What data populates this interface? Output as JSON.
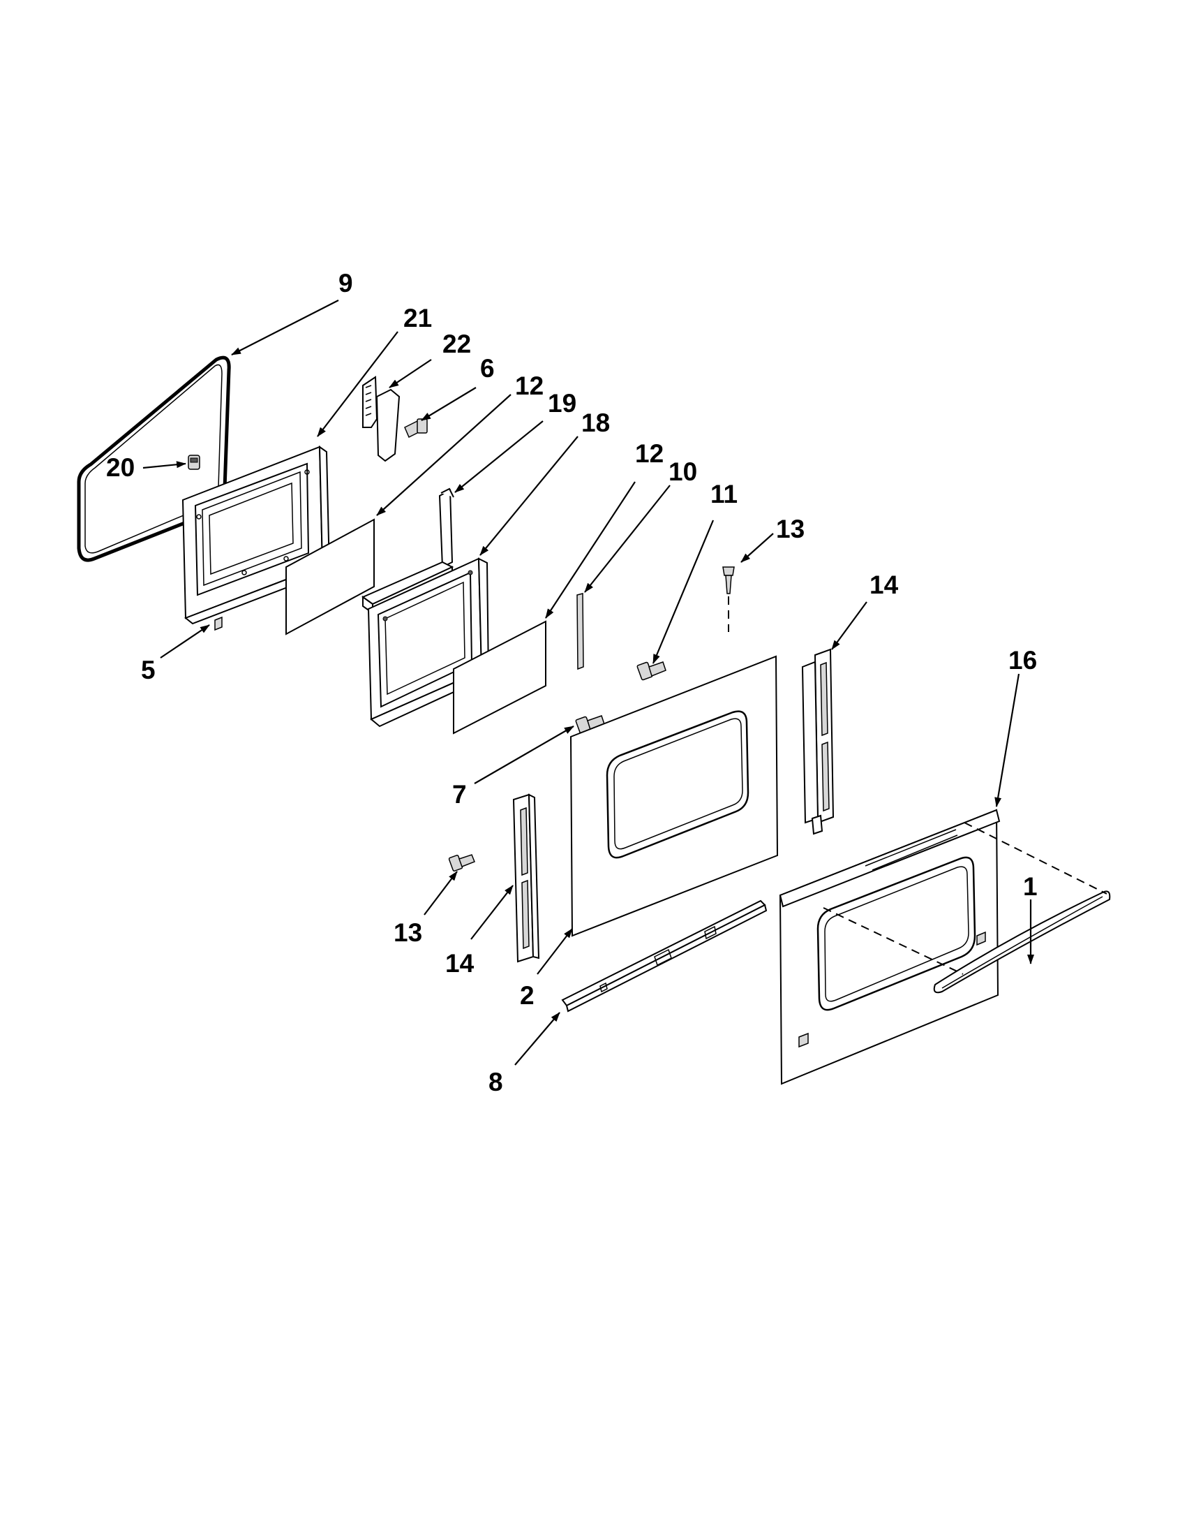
{
  "diagram": {
    "callouts": [
      {
        "id": "9",
        "text": "9"
      },
      {
        "id": "21",
        "text": "21"
      },
      {
        "id": "22",
        "text": "22"
      },
      {
        "id": "6",
        "text": "6"
      },
      {
        "id": "12a",
        "text": "12"
      },
      {
        "id": "19",
        "text": "19"
      },
      {
        "id": "18",
        "text": "18"
      },
      {
        "id": "12b",
        "text": "12"
      },
      {
        "id": "10",
        "text": "10"
      },
      {
        "id": "11",
        "text": "11"
      },
      {
        "id": "13a",
        "text": "13"
      },
      {
        "id": "14a",
        "text": "14"
      },
      {
        "id": "16",
        "text": "16"
      },
      {
        "id": "20",
        "text": "20"
      },
      {
        "id": "5",
        "text": "5"
      },
      {
        "id": "7",
        "text": "7"
      },
      {
        "id": "13b",
        "text": "13"
      },
      {
        "id": "14b",
        "text": "14"
      },
      {
        "id": "2",
        "text": "2"
      },
      {
        "id": "1",
        "text": "1"
      },
      {
        "id": "8",
        "text": "8"
      }
    ]
  }
}
